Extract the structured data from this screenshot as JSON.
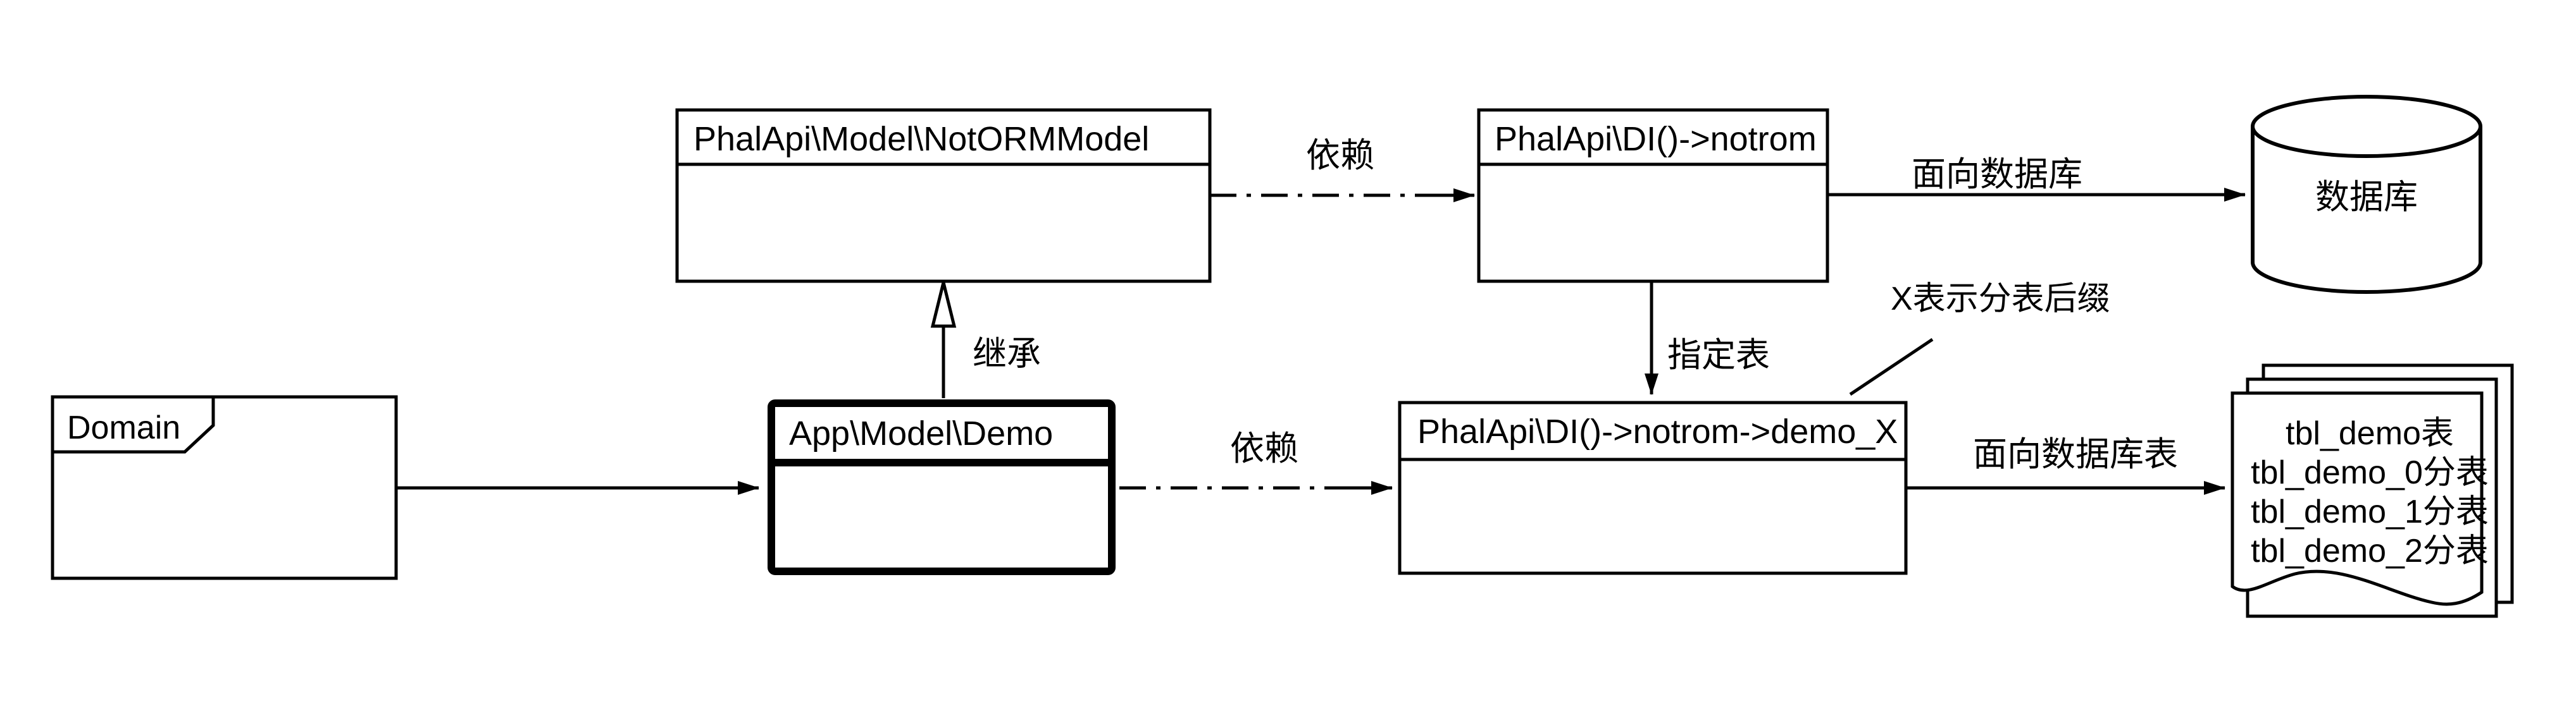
{
  "diagram": {
    "title": "PhalApi Model layer diagram",
    "colors": {
      "background": "#ffffff",
      "line": "#000000",
      "text": "#000000",
      "annotation": "#808080"
    }
  },
  "nodes": {
    "domain_package": {
      "label": "Domain"
    },
    "not_orm_model": {
      "label": "PhalApi\\Model\\NotORMModel"
    },
    "app_model_demo": {
      "label": "App\\Model\\Demo"
    },
    "di_notrom": {
      "label": "PhalApi\\DI()->notrom"
    },
    "di_notrom_demo_x": {
      "label": "PhalApi\\DI()->notrom->demo_X"
    },
    "database": {
      "label": "数据库"
    },
    "tables_doc": {
      "lines": [
        "tbl_demo表",
        "tbl_demo_0分表",
        "tbl_demo_1分表",
        "tbl_demo_2分表"
      ]
    }
  },
  "edges": {
    "depend_top": {
      "label": "依赖"
    },
    "depend_bottom": {
      "label": "依赖"
    },
    "inherit": {
      "label": "继承"
    },
    "assign_table": {
      "label": "指定表"
    },
    "to_db": {
      "label": "面向数据库"
    },
    "to_tables": {
      "label": "面向数据库表"
    }
  },
  "annotation": {
    "text": "X表示分表后缀"
  }
}
